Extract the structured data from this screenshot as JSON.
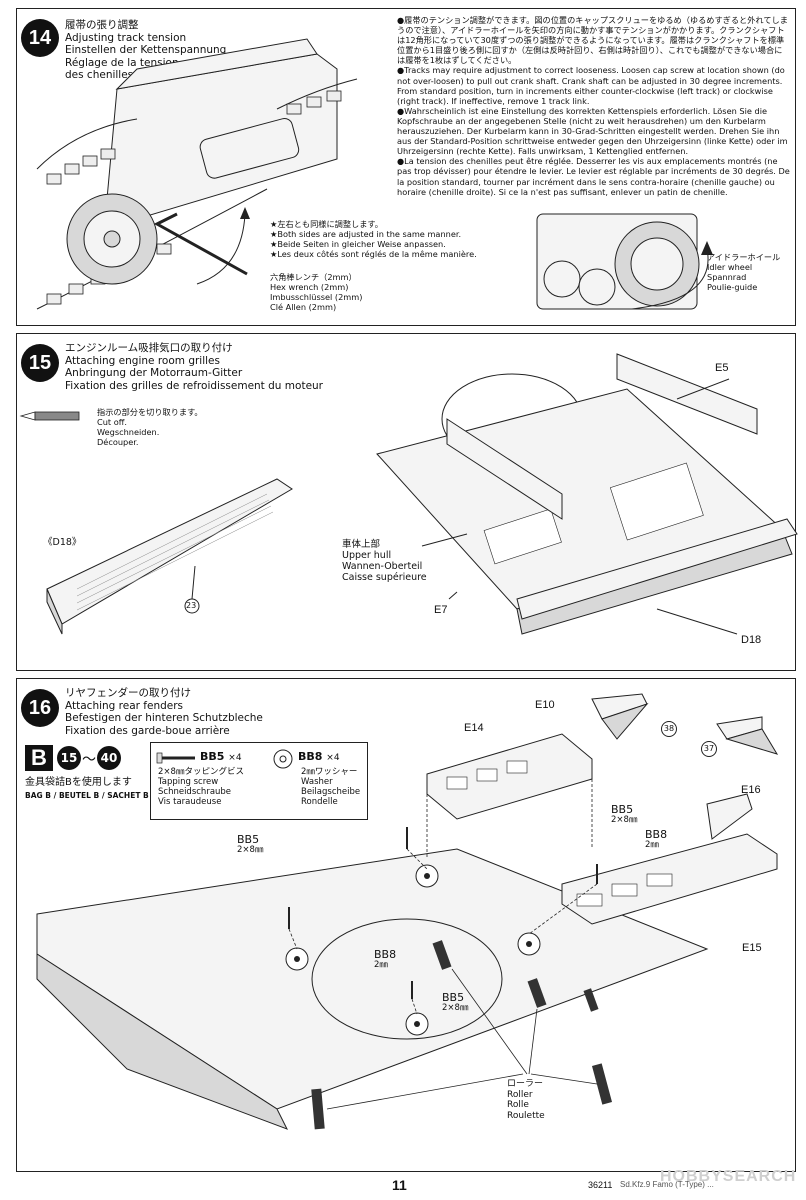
{
  "page_number": "11",
  "footer_code": "36211",
  "footer_text": "Sd.Kfz.9 Famo (T-Type) ...",
  "watermark": "HOBBYSEARCH",
  "step14": {
    "number": "14",
    "titles": [
      "履帯の張り調整",
      "Adjusting track tension",
      "Einstellen der Kettenspannung",
      "Réglage de la tension",
      "des chenilles"
    ],
    "instructions": [
      "●履帯のテンション調整ができます。図の位置のキャップスクリューをゆるめ（ゆるめすぎると外れてしまうので注意）、アイドラーホイールを矢印の方向に動かす事でテンションがかかります。クランクシャフトは12角形になっていて30度ずつの張り調整ができるようになっています。履帯はクランクシャフトを標準位置から1目盛り後ろ側に回すか（左側は反時計回り、右側は時計回り）、これでも調整ができない場合には履帯を1枚はずしてください。",
      "●Tracks may require adjustment to correct looseness. Loosen cap screw at location shown (do not over-loosen) to pull out crank shaft. Crank shaft can be adjusted in 30 degree increments. From standard position, turn in increments either counter-clockwise (left track) or clockwise (right track). If ineffective, remove 1 track link.",
      "●Wahrscheinlich ist eine Einstellung des korrekten Kettenspiels erforderlich. Lösen Sie die Kopfschraube an der angegebenen Stelle (nicht zu weit herausdrehen) um den Kurbelarm herauszuziehen. Der Kurbelarm kann in 30-Grad-Schritten eingestellt werden. Drehen Sie ihn aus der Standard-Position schrittweise entweder gegen den Uhrzeigersinn (linke Kette) oder im Uhrzeigersinn (rechte Kette). Falls unwirksam, 1 Kettenglied entfernen.",
      "●La tension des chenilles peut être réglée. Desserrer les vis aux emplacements montrés (ne pas trop dévisser) pour étendre le levier. Le levier est réglable par incréments de 30 degrés. De la position standard, tourner par incrément dans le sens contra-horaire (chenille gauche) ou horaire (chenille droite). Si ce la n'est pas suffisant, enlever un patin de chenille."
    ],
    "note_lines": [
      "★左右とも同様に調整します。",
      "★Both sides are adjusted in the same manner.",
      "★Beide Seiten in gleicher Weise anpassen.",
      "★Les deux côtés sont réglés de la même manière."
    ],
    "wrench_lines": [
      "六角棒レンチ（2mm）",
      "Hex wrench (2mm)",
      "Imbusschlüssel (2mm)",
      "Clé Allen (2mm)"
    ],
    "idler_lines": [
      "アイドラーホイール",
      "Idler wheel",
      "Spannrad",
      "Poulie-guide"
    ]
  },
  "step15": {
    "number": "15",
    "titles": [
      "エンジンルーム吸排気口の取り付け",
      "Attaching engine room grilles",
      "Anbringung der Motorraum-Gitter",
      "Fixation des grilles de refroidissement du moteur"
    ],
    "cut_lines": [
      "指示の部分を切り取ります。",
      "Cut off.",
      "Wegschneiden.",
      "Découper."
    ],
    "d18_bracket": "《D18》",
    "circle_23": "23",
    "hull_lines": [
      "車体上部",
      "Upper hull",
      "Wannen-Oberteil",
      "Caisse supérieure"
    ],
    "e5": "E5",
    "e7": "E7",
    "d18": "D18"
  },
  "step16": {
    "number": "16",
    "titles": [
      "リヤフェンダーの取り付け",
      "Attaching rear fenders",
      "Befestigen der hinteren Schutzbleche",
      "Fixation des garde-boue arrière"
    ],
    "bag_letter": "B",
    "bag_from": "15",
    "bag_tilde": "〜",
    "bag_to": "40",
    "bag_jp": "金具袋詰Bを使用します",
    "bag_multi": "BAG B / BEUTEL B / SACHET B",
    "bb5_head": "BB5",
    "bb5_qty": "×4",
    "bb5_lines": [
      "2×8㎜タッピングビス",
      "Tapping screw",
      "Schneidschraube",
      "Vis taraudeuse"
    ],
    "bb8_head": "BB8",
    "bb8_qty": "×4",
    "bb8_lines": [
      "2㎜ワッシャー",
      "Washer",
      "Beilagscheibe",
      "Rondelle"
    ],
    "e10": "E10",
    "c38": "38",
    "c37": "37",
    "e14": "E14",
    "e16": "E16",
    "e15": "E15",
    "bb5_a": "BB5",
    "bb5_a_size": "2×8㎜",
    "bb5_b": "BB5",
    "bb5_b_size": "2×8㎜",
    "bb5_c": "BB5",
    "bb5_c_size": "2×8㎜",
    "bb8_a": "BB8",
    "bb8_a_size": "2㎜",
    "bb8_b": "BB8",
    "bb8_b_size": "2㎜",
    "roller_lines": [
      "ローラー",
      "Roller",
      "Rolle",
      "Roulette"
    ]
  }
}
